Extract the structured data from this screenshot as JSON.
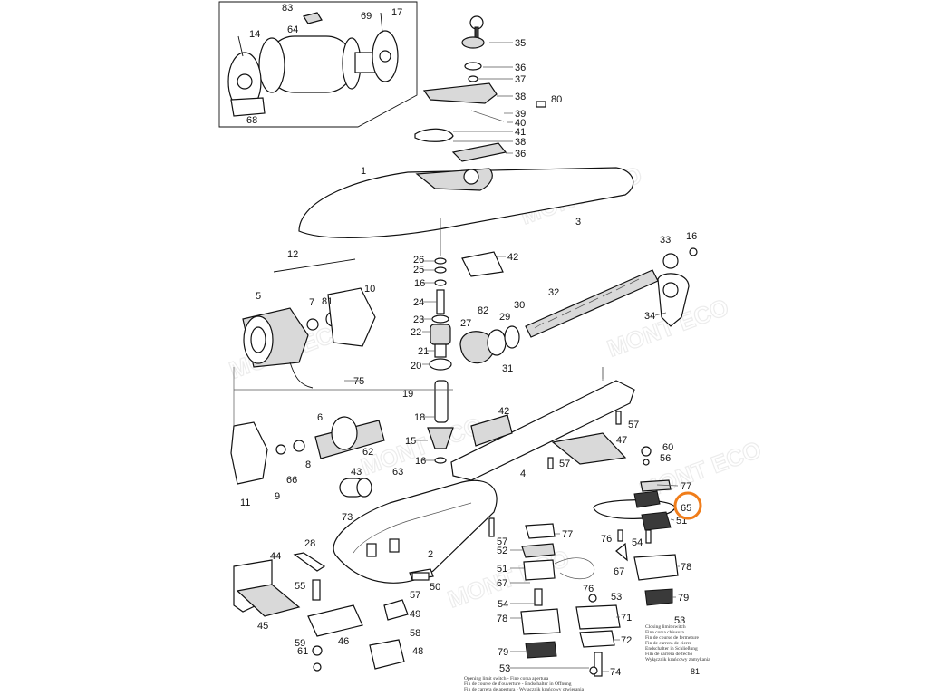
{
  "diagram": {
    "labels": {
      "l1": "1",
      "l2": "2",
      "l3": "3",
      "l4": "4",
      "l5": "5",
      "l6": "6",
      "l7": "7",
      "l8": "8",
      "l9": "9",
      "l10": "10",
      "l11": "11",
      "l12": "12",
      "l14": "14",
      "l15": "15",
      "l16a": "16",
      "l16b": "16",
      "l16c": "16",
      "l17": "17",
      "l18": "18",
      "l19": "19",
      "l20": "20",
      "l21": "21",
      "l22": "22",
      "l23": "23",
      "l24": "24",
      "l25": "25",
      "l26": "26",
      "l27": "27",
      "l28": "28",
      "l29": "29",
      "l30": "30",
      "l31": "31",
      "l32": "32",
      "l33": "33",
      "l34": "34",
      "l35": "35",
      "l36a": "36",
      "l36b": "36",
      "l37": "37",
      "l38a": "38",
      "l38b": "38",
      "l39": "39",
      "l40": "40",
      "l41": "41",
      "l42a": "42",
      "l42b": "42",
      "l43": "43",
      "l44": "44",
      "l45": "45",
      "l46": "46",
      "l47": "47",
      "l48": "48",
      "l49": "49",
      "l50": "50",
      "l51a": "51",
      "l51b": "51",
      "l52": "52",
      "l53a": "53",
      "l53b": "53",
      "l53c": "53",
      "l54a": "54",
      "l54b": "54",
      "l55": "55",
      "l56": "56",
      "l57a": "57",
      "l57b": "57",
      "l57c": "57",
      "l57d": "57",
      "l58": "58",
      "l59": "59",
      "l60": "60",
      "l61": "61",
      "l62": "62",
      "l63": "63",
      "l64": "64",
      "l65": "65",
      "l66": "66",
      "l67a": "67",
      "l67b": "67",
      "l68": "68",
      "l69": "69",
      "l71": "71",
      "l72": "72",
      "l73": "73",
      "l74": "74",
      "l75": "75",
      "l76a": "76",
      "l76b": "76",
      "l77a": "77",
      "l77b": "77",
      "l78a": "78",
      "l78b": "78",
      "l79a": "79",
      "l79b": "79",
      "l80": "80",
      "l81": "81",
      "l82": "82",
      "l83": "83"
    },
    "captions": {
      "closing": [
        "Closing limit switch",
        "Fine corsa chiusura",
        "Fin de course de fermeture",
        "Fin de carrera de cierre",
        "Endschalter in Schließung",
        "Fim de carrera de fecho",
        "Wyłącznik krańcowy zamykania"
      ],
      "opening": [
        "Opening limit switch - Fine corsa apertura",
        "Fin de course de d'ouverture - Endschalter in Öffnung",
        "Fin de carrera de apertura - Wyłącznik krańcowy otwierania"
      ]
    },
    "page_mark": "81",
    "watermark": "MONT ECO",
    "highlight_color": "#f07d1a"
  }
}
